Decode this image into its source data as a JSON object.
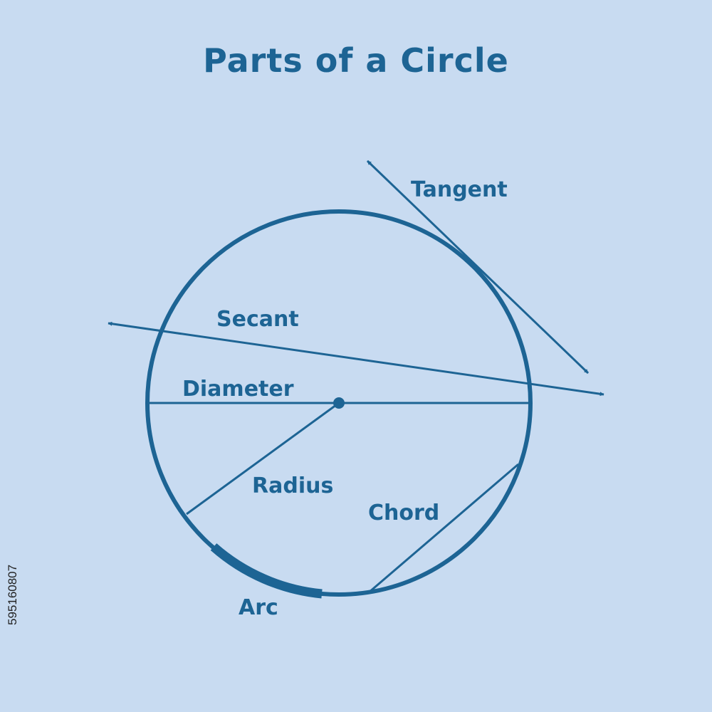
{
  "title": "Parts of a Circle",
  "labels": {
    "tangent": "Tangent",
    "secant": "Secant",
    "diameter": "Diameter",
    "radius": "Radius",
    "chord": "Chord",
    "arc": "Arc"
  },
  "stock_id": "595160807",
  "colors": {
    "background": "#c8dbf1",
    "stroke": "#1d6494"
  }
}
